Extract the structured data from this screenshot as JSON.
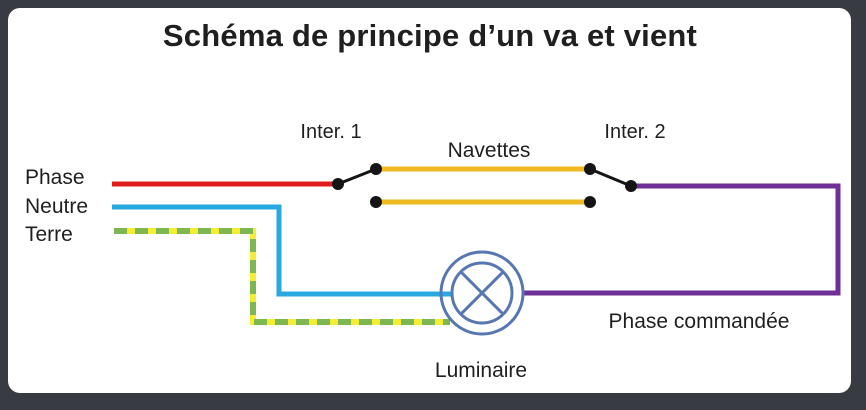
{
  "title": "Schéma de principe d’un va et vient",
  "labels": {
    "phase": "Phase",
    "neutre": "Neutre",
    "terre": "Terre",
    "inter1": "Inter. 1",
    "inter2": "Inter. 2",
    "navettes": "Navettes",
    "phase_commandee": "Phase commandée",
    "luminaire": "Luminaire"
  },
  "colors": {
    "phase_wire": "#e01b1b",
    "neutre_wire": "#29a9e1",
    "terre_wire_yellow": "#f3ee33",
    "terre_wire_green": "#7fb654",
    "navette_wire": "#eeba1f",
    "phase_commandee_wire": "#6f2f97",
    "switch_contact": "#151515",
    "luminaire_symbol": "#5877b2",
    "frame_background": "#383b41",
    "panel_background": "#ffffff",
    "text": "#1f1f1f"
  }
}
